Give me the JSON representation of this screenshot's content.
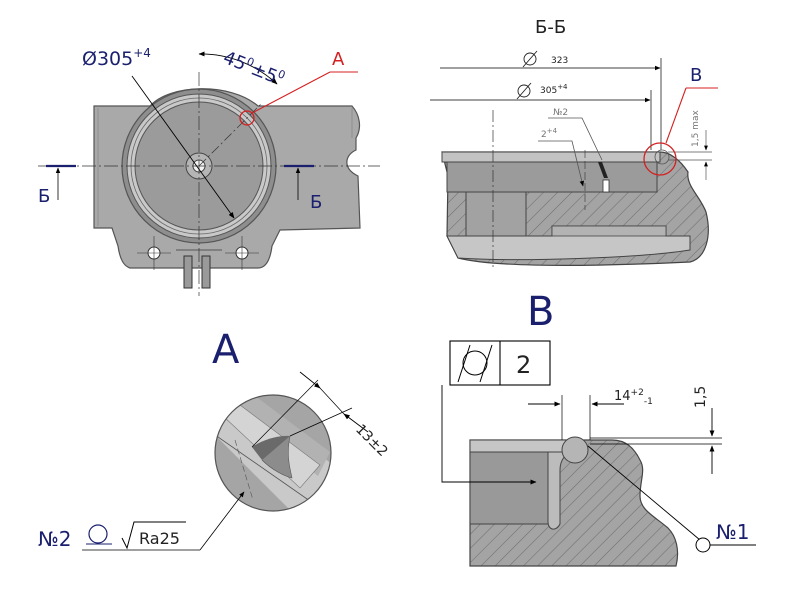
{
  "top_left": {
    "diameter_label": "Ø305",
    "diameter_sup": "+4",
    "angle_label": "45",
    "angle_deg1": "0",
    "angle_tol": "±5",
    "angle_deg2": "0",
    "callout_a": "А",
    "section_mark_left": "Б",
    "section_mark_right": "Б"
  },
  "top_right": {
    "section_title": "Б-Б",
    "dia_outer_label": "323",
    "dia_inner_label": "305",
    "dia_inner_sup": "+4",
    "feature_no": "№2",
    "feature_dim": "2",
    "feature_dim_sup": "+4",
    "max_label": "1,5 max",
    "callout_b": "В"
  },
  "detail_a": {
    "title": "А",
    "dim_label": "13±2",
    "note_no": "№2",
    "roughness": "Ra25"
  },
  "detail_b": {
    "title": "В",
    "frame_value": "2",
    "width_label": "14",
    "width_sup": "+2",
    "width_sub": "-1",
    "depth_label": "1,5",
    "note_no": "№1"
  },
  "colors": {
    "part_grey": "#a9a9a9",
    "part_dark": "#8f8f8f",
    "navy": "#1a1f6e",
    "red": "#d42020"
  }
}
